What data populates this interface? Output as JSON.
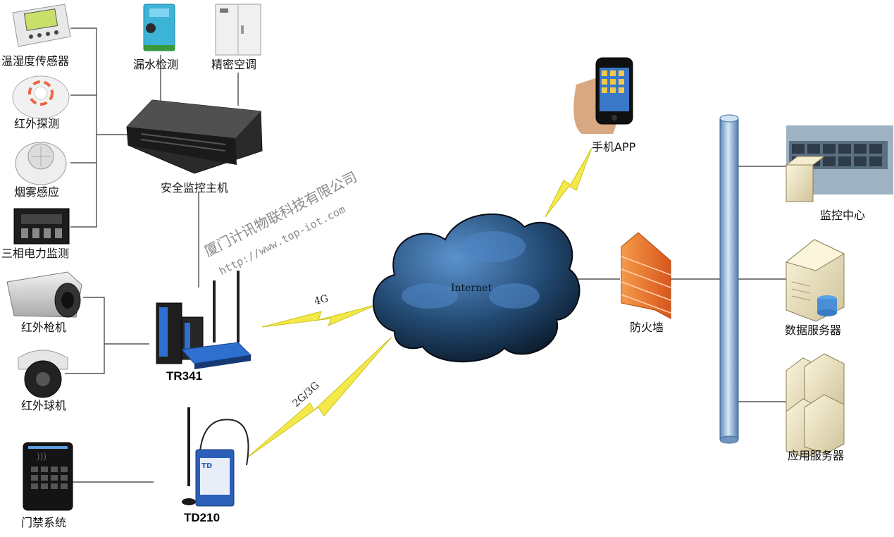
{
  "labels": {
    "temp_humidity_sensor": "温湿度传感器",
    "infrared_detector": "红外探测",
    "smoke_sensor": "烟雾感应",
    "three_phase_power": "三相电力监测",
    "infrared_bullet_cam": "红外枪机",
    "infrared_dome_cam": "红外球机",
    "access_control": "门禁系统",
    "water_leak": "漏水检测",
    "precision_ac": "精密空调",
    "security_host": "安全监控主机",
    "tr341": "TR341",
    "td210": "TD210",
    "mobile_app": "手机APP",
    "internet": "Internet",
    "firewall": "防火墙",
    "monitoring_center": "监控中心",
    "data_server": "数据服务器",
    "app_server": "应用服务器",
    "link_4g": "4G",
    "link_2g3g": "2G/3G"
  },
  "watermark": {
    "company": "厦门计讯物联科技有限公司",
    "url": "http://www.top-iot.com"
  },
  "colors": {
    "cloud_dark": "#0b1a2c",
    "cloud_light": "#4f86c6",
    "bolt": "#f5e94a",
    "firewall": "#f07a2c",
    "pipe": "#9fc2e4",
    "router_blue": "#2f6fd0"
  }
}
